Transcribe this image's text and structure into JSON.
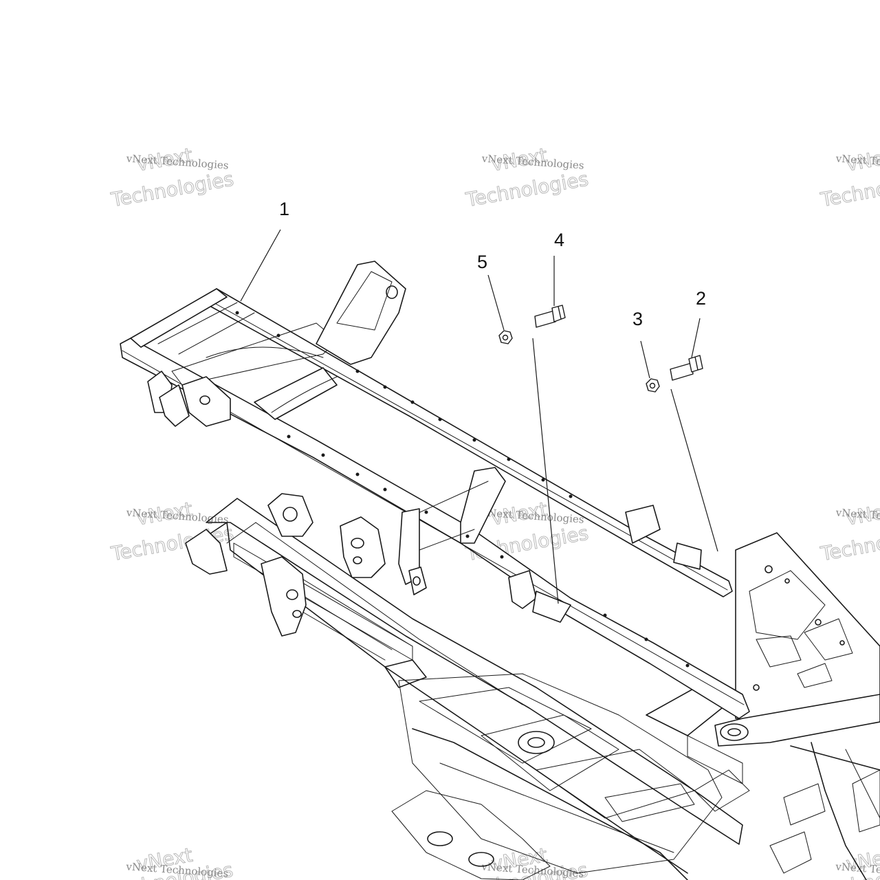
{
  "callouts": [
    {
      "id": "1",
      "label": "1"
    },
    {
      "id": "2",
      "label": "2"
    },
    {
      "id": "3",
      "label": "3"
    },
    {
      "id": "4",
      "label": "4"
    },
    {
      "id": "5",
      "label": "5"
    }
  ],
  "watermark": {
    "small": "vNext Technologies",
    "big_top": "vNext",
    "big_bottom": "Technologies"
  }
}
